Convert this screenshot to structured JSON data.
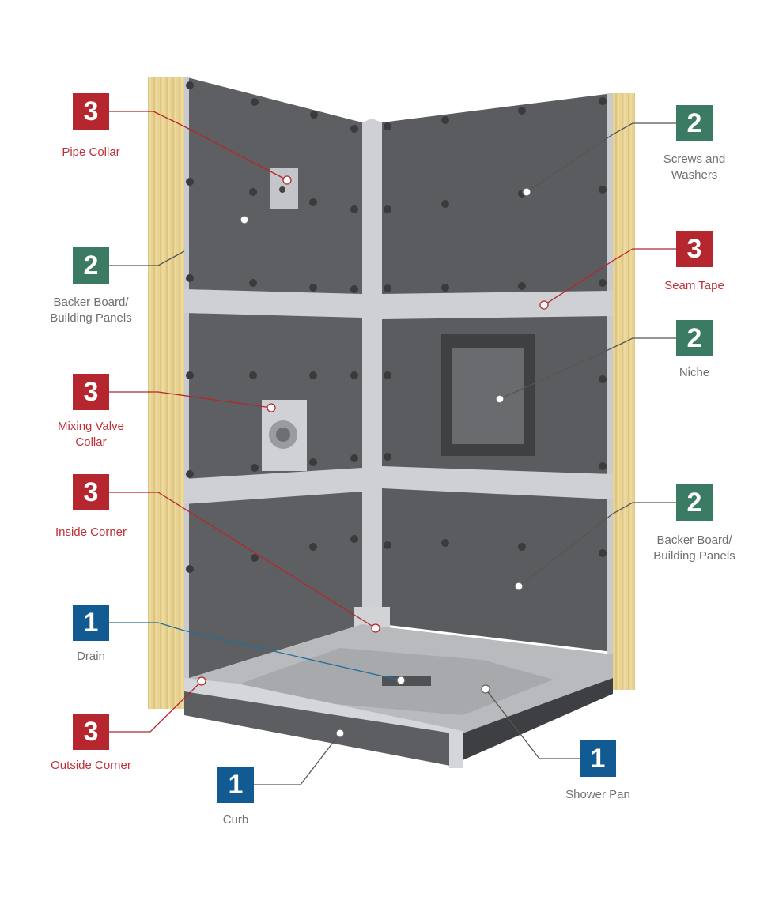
{
  "colors": {
    "category_3": "#b5262e",
    "category_2": "#3b7a63",
    "category_1": "#115a92",
    "wood": "#e6cf8f",
    "panel": "#5e5f62",
    "tape": "#cfd0d3"
  },
  "callouts": [
    {
      "number": "3",
      "label": "Pipe Collar",
      "category": "3"
    },
    {
      "number": "2",
      "label": "Backer Board/\nBuilding Panels",
      "category": "2"
    },
    {
      "number": "3",
      "label": "Mixing Valve\nCollar",
      "category": "3"
    },
    {
      "number": "3",
      "label": "Inside Corner",
      "category": "3"
    },
    {
      "number": "1",
      "label": "Drain",
      "category": "1"
    },
    {
      "number": "3",
      "label": "Outside Corner",
      "category": "3"
    },
    {
      "number": "1",
      "label": "Curb",
      "category": "1"
    },
    {
      "number": "1",
      "label": "Shower Pan",
      "category": "1"
    },
    {
      "number": "2",
      "label": "Screws and\nWashers",
      "category": "2"
    },
    {
      "number": "3",
      "label": "Seam Tape",
      "category": "3"
    },
    {
      "number": "2",
      "label": "Niche",
      "category": "2"
    },
    {
      "number": "2",
      "label": "Backer Board/\nBuilding Panels",
      "category": "2"
    }
  ]
}
